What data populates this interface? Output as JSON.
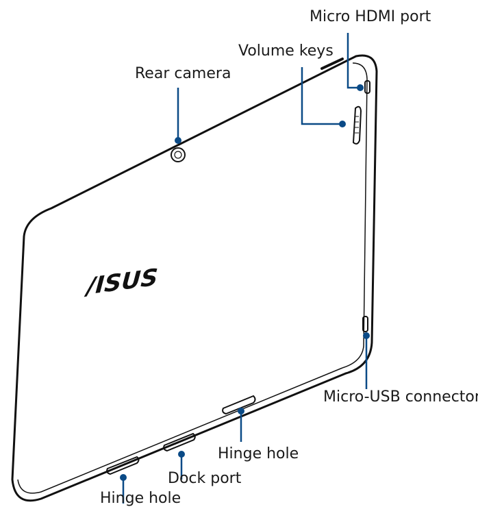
{
  "callouts": {
    "micro_hdmi": "Micro HDMI port",
    "volume_keys": "Volume keys",
    "rear_camera": "Rear camera",
    "micro_usb": "Micro-USB connector",
    "hinge_hole_right": "Hinge hole",
    "dock_port": "Dock port",
    "hinge_hole_left": "Hinge hole"
  },
  "logo_text": "/ISUS",
  "colors": {
    "outline": "#111111",
    "callout": "#0a4a86",
    "dot": "#0a4a86"
  }
}
